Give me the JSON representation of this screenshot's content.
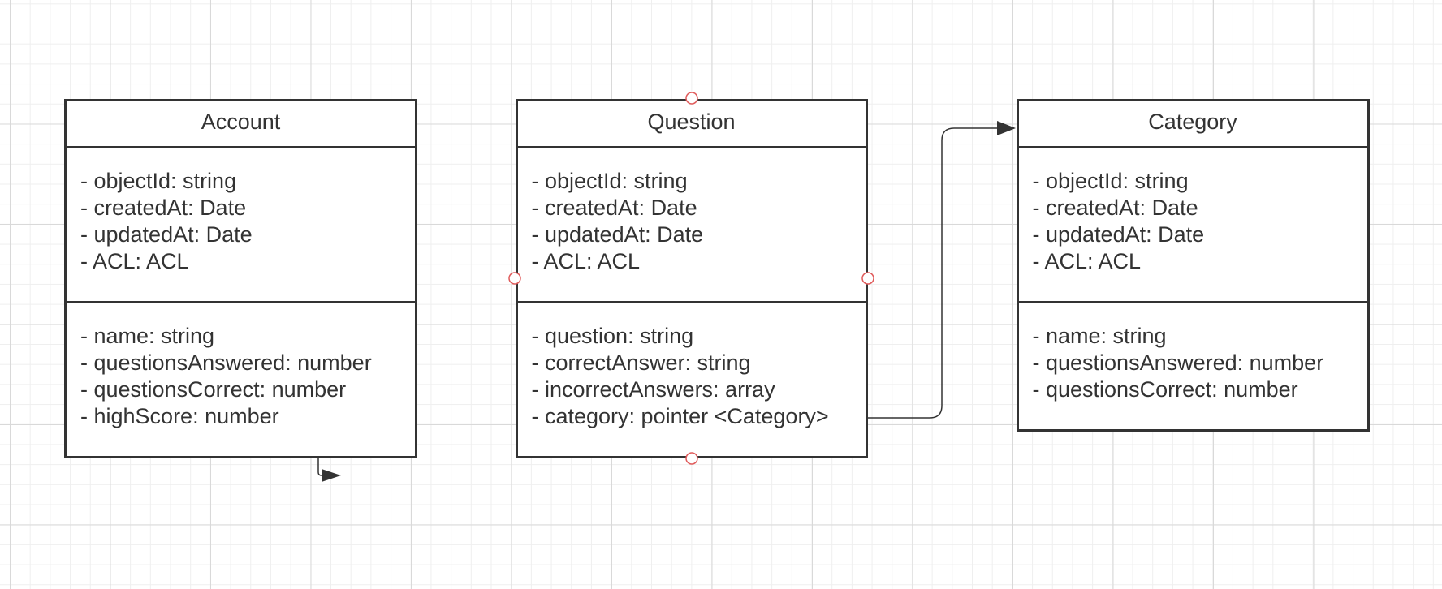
{
  "diagram": {
    "classes": [
      {
        "id": "account",
        "name": "Account",
        "attributes": [
          "- objectId: string",
          "- createdAt: Date",
          "- updatedAt: Date",
          "- ACL: ACL"
        ],
        "fields": [
          "- name: string",
          "- questionsAnswered: number",
          "- questionsCorrect: number",
          "- highScore: number"
        ]
      },
      {
        "id": "question",
        "name": "Question",
        "attributes": [
          "- objectId: string",
          "- createdAt: Date",
          "- updatedAt: Date",
          "- ACL: ACL"
        ],
        "fields": [
          "- question: string",
          "- correctAnswer: string",
          "- incorrectAnswers: array",
          "- category: pointer <Category>"
        ]
      },
      {
        "id": "category",
        "name": "Category",
        "attributes": [
          "- objectId: string",
          "- createdAt: Date",
          "- updatedAt: Date",
          "- ACL: ACL"
        ],
        "fields": [
          "- name: string",
          "- questionsAnswered: number",
          "- questionsCorrect: number"
        ]
      }
    ],
    "connectors": [
      {
        "from": "question",
        "to": "category",
        "type": "arrow"
      },
      {
        "from": "account",
        "to": "",
        "type": "arrow"
      }
    ]
  },
  "colors": {
    "stroke": "#333333",
    "text": "#333333",
    "handle": "#e05a5a",
    "grid_major": "#d9d9d9",
    "grid_minor": "#efefef"
  }
}
